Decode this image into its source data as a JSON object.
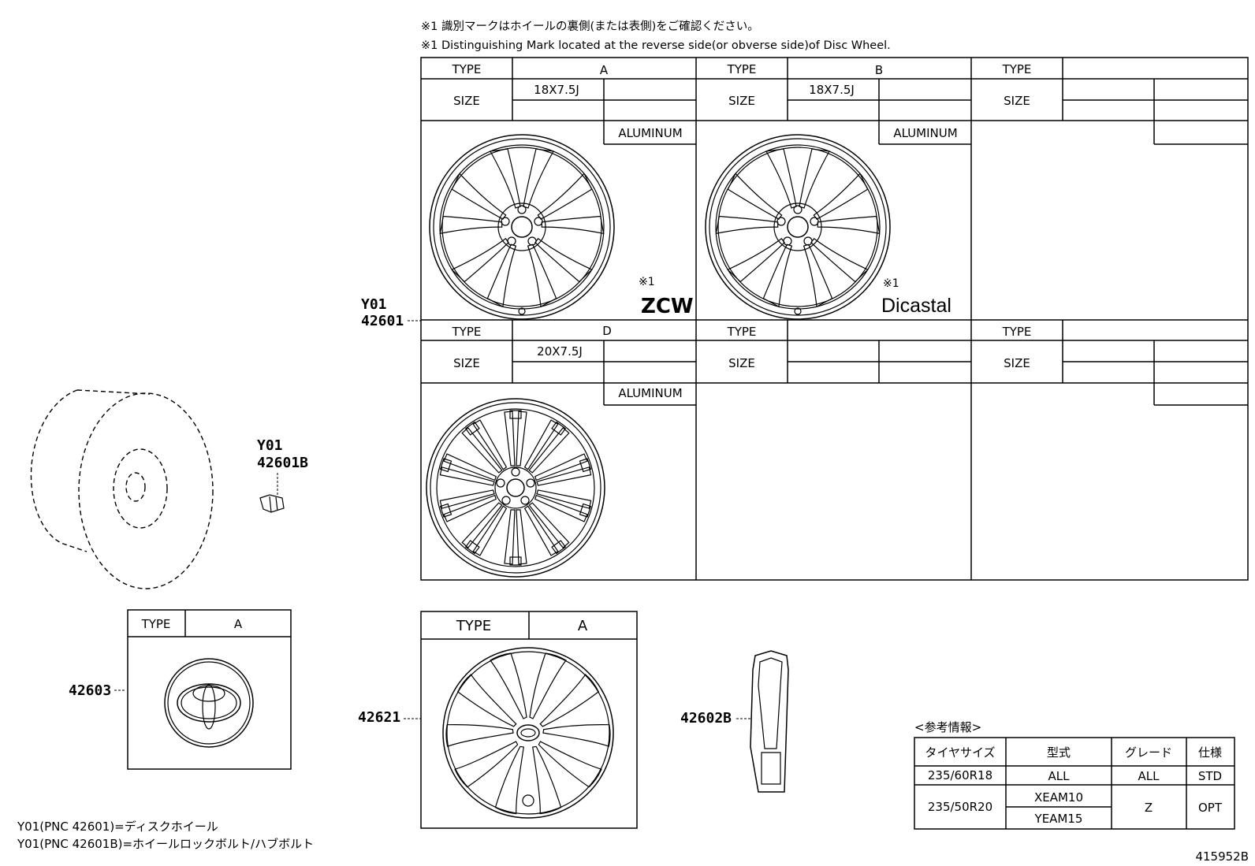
{
  "notes": {
    "jp": "※1 識別マークはホイールの裏側(または表側)をご確認ください。",
    "en": "※1 Distinguishing Mark located at the reverse side(or obverse side)of Disc Wheel."
  },
  "labels": {
    "type": "TYPE",
    "size": "SIZE",
    "material": "ALUMINUM",
    "asterisk": "※1"
  },
  "wheel_table": {
    "cells": [
      {
        "type": "A",
        "size": "18X7.5J",
        "material": "ALUMINUM",
        "mark": "ZCW"
      },
      {
        "type": "B",
        "size": "18X7.5J",
        "material": "ALUMINUM",
        "mark": "Dicastal"
      },
      {
        "type": "",
        "size": "",
        "material": "",
        "mark": ""
      },
      {
        "type": "D",
        "size": "20X7.5J",
        "material": "ALUMINUM",
        "mark": ""
      },
      {
        "type": "",
        "size": "",
        "material": "",
        "mark": ""
      },
      {
        "type": "",
        "size": "",
        "material": "",
        "mark": ""
      }
    ]
  },
  "callouts": {
    "wheel_y01": "Y01",
    "wheel_pnc": "42601",
    "bolt_y01": "Y01",
    "bolt_pnc": "42601B",
    "ornament": "42603",
    "cap": "42621",
    "weight": "42602B"
  },
  "ornament_box": {
    "type_label": "TYPE",
    "type_value": "A"
  },
  "cap_box": {
    "type_label": "TYPE",
    "type_value": "A"
  },
  "reference": {
    "title": "<参考情報>",
    "headers": [
      "タイヤサイズ",
      "型式",
      "グレード",
      "仕様"
    ],
    "row1": [
      "235/60R18",
      "ALL",
      "ALL",
      "STD"
    ],
    "row2": {
      "tire": "235/50R20",
      "models": [
        "XEAM10",
        "YEAM15"
      ],
      "grade": "Z",
      "spec": "OPT"
    }
  },
  "legend": {
    "line1": "Y01(PNC 42601)=ディスクホイール",
    "line2": "Y01(PNC 42601B)=ホイールロックボルト/ハブボルト"
  },
  "diagram_id": "415952B"
}
